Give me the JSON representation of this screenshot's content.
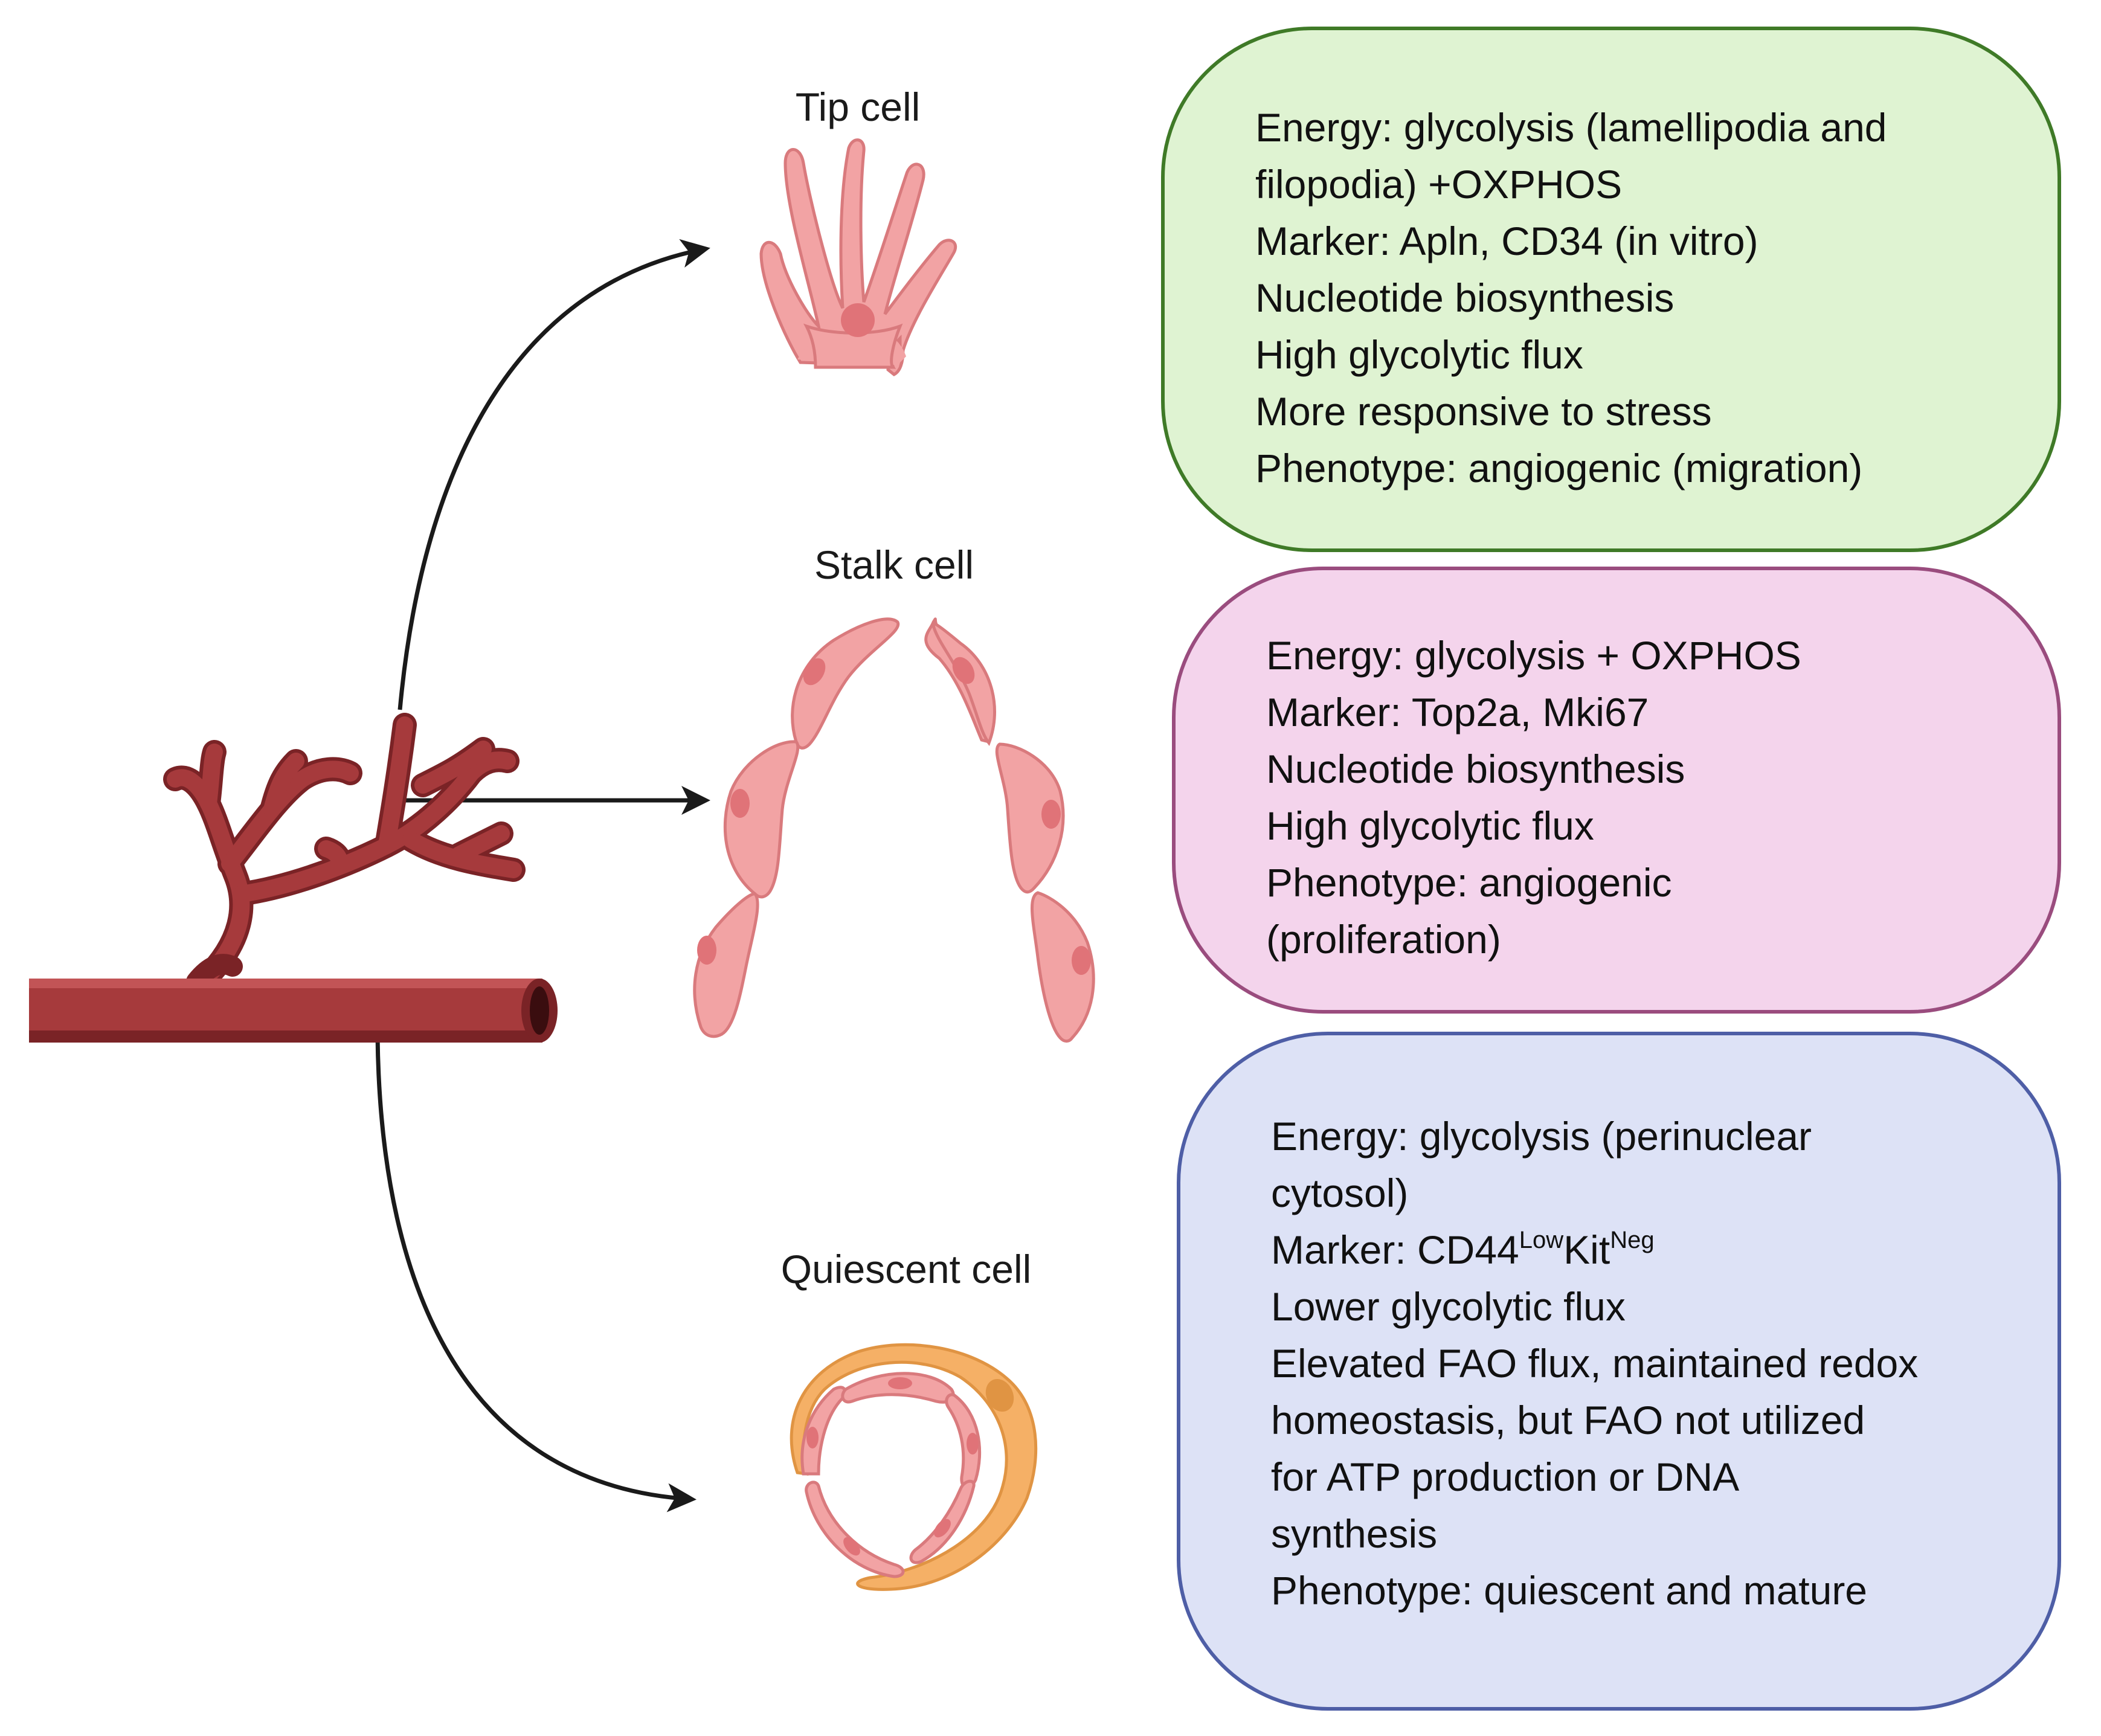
{
  "labels": {
    "tip": "Tip cell",
    "stalk": "Stalk cell",
    "quiescent": "Quiescent cell"
  },
  "boxes": {
    "tip": {
      "fill": "#dff3d2",
      "border": "#3f7a27",
      "lines": [
        "Energy: glycolysis (lamellipodia and",
        "filopodia) +OXPHOS",
        "Marker: Apln, CD34 (in vitro)",
        "Nucleotide biosynthesis",
        "High glycolytic flux",
        "More responsive to stress",
        "Phenotype: angiogenic (migration)"
      ]
    },
    "stalk": {
      "fill": "#f4d4ec",
      "border": "#9a4c7e",
      "lines": [
        "Energy: glycolysis + OXPHOS",
        "Marker: Top2a, Mki67",
        "Nucleotide biosynthesis",
        "High glycolytic flux",
        "Phenotype: angiogenic",
        "(proliferation)"
      ]
    },
    "quiescent": {
      "fill": "#dde2f6",
      "border": "#4e5ea6",
      "lines": [
        "Energy: glycolysis (perinuclear",
        "cytosol)"
      ],
      "marker": {
        "prefix": "Marker: CD44",
        "sup1": "Low",
        "mid": "Kit",
        "sup2": "Neg"
      },
      "lines_after": [
        "Lower glycolytic flux",
        "Elevated FAO flux,  maintained redox",
        "homeostasis, but FAO not utilized",
        "for ATP production or DNA",
        "synthesis",
        "Phenotype: quiescent and mature"
      ]
    }
  },
  "colors": {
    "vessel": "#a63a3c",
    "vessel_dark": "#7a2326",
    "cell_fill": "#f2a3a4",
    "cell_stroke": "#d97a7d",
    "nucleus": "#e07378",
    "pericyte": "#f5b066",
    "arrow": "#1a1a1a"
  },
  "icons": [
    "branching-vessel-icon",
    "tip-cell-icon",
    "stalk-cells-icon",
    "quiescent-vessel-icon"
  ]
}
